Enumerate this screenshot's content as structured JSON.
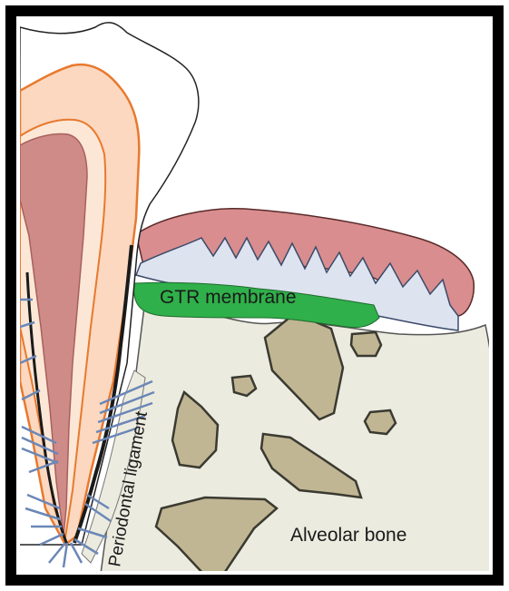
{
  "labels": {
    "membrane": "GTR membrane",
    "ligament": "Periodontal ligament",
    "bone": "Alveolar bone"
  },
  "colors": {
    "frame": "#000000",
    "enamel": "#ffffff",
    "dentin": "#fbd8bf",
    "dentin_outline": "#e8792f",
    "pulp": "#cf8b88",
    "gingiva": "#d98d8e",
    "epithelium": "#dde3ef",
    "membrane": "#2fb04a",
    "bone": "#ecebdf",
    "trabecula": "#c1b693",
    "ligament_fibers": "#6b87b7"
  }
}
